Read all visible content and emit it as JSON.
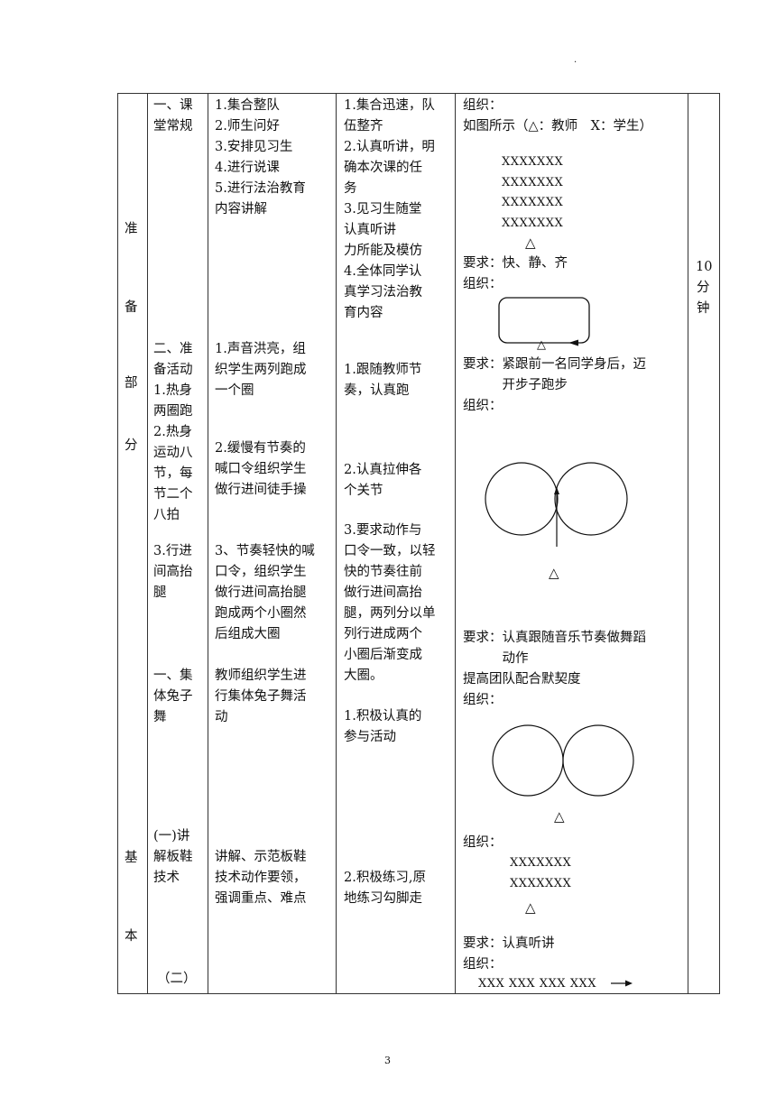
{
  "header_dot": ".",
  "page_number": "3",
  "section_label_chars": [
    "准",
    "备",
    "部",
    "分",
    "基",
    "本"
  ],
  "duration": [
    "10",
    "分",
    "钟"
  ],
  "col_item": {
    "item1": "一、课\n堂常规",
    "item2": "二、准\n备活动\n1.热身\n两圈跑\n2.热身\n运动八\n节，每\n节二个\n八拍",
    "item3": "3.行进\n间高抬\n腿",
    "item4": "一、集\n体兔子\n舞",
    "item5": "(一)讲\n解板鞋\n技术",
    "item6": "（二）"
  },
  "col_teacher": {
    "t1": "1.集合整队\n2.师生问好\n3.安排见习生\n4.进行说课\n5.进行法治教育\n内容讲解",
    "t2": "1.声音洪亮，组\n织学生两列跑成\n一个圈",
    "t3": "2.缓慢有节奏的\n喊口令组织学生\n做行进间徒手操",
    "t4": "3、节奏轻快的喊\n口令，组织学生\n做行进间高抬腿\n跑成两个小圈然\n后组成大圈",
    "t5": "教师组织学生进\n行集体兔子舞活\n动",
    "t6": "讲解、示范板鞋\n技术动作要领，\n强调重点、难点"
  },
  "col_student": {
    "s1": "1.集合迅速，队\n伍整齐\n2.认真听讲，明\n确本次课的任\n务\n3.见习生随堂\n认真听讲\n力所能及模仿\n4.全体同学认\n真学习法治教\n育内容",
    "s2": "1.跟随教师节\n奏，认真跑",
    "s3": "2.认真拉伸各\n个关节",
    "s4": "3.要求动作与\n口令一致，以轻\n快的节奏往前\n做行进间高抬\n腿，两列分以单\n列行进成两个\n小圈后渐变成\n大圈。",
    "s5": "1.积极认真的\n参与活动",
    "s6": "2.积极练习,原\n地练习勾脚走"
  },
  "col_org": {
    "org1": "组织：\n如图所示（△：教师　X：学生）",
    "formation1": "XXXXXXX\nXXXXXXX\nXXXXXXX\nXXXXXXX",
    "req1": "要求：快、静、齐\n组织：",
    "req2": "要求：紧跟前一名同学身后，迈\n　　　开步子跑步\n组织：",
    "req3": "要求：认真跟随音乐节奏做舞蹈\n　　　动作\n提高团队配合默契度\n组织：",
    "org_b": "组织：",
    "formation2": "XXXXXXX\nXXXXXXX",
    "req4": "要求：认真听讲\n组织：",
    "formation3": "XXX XXX XXX XXX",
    "teacher_marker": "△"
  }
}
